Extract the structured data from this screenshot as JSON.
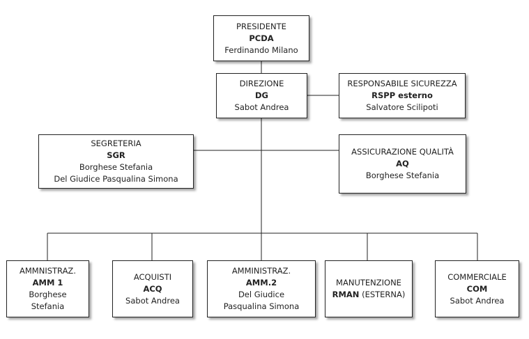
{
  "org_chart": {
    "presidente": {
      "title": "PRESIDENTE",
      "code": "PCDA",
      "names": [
        "Ferdinando Milano"
      ]
    },
    "direzione": {
      "title": "DIREZIONE",
      "code": "DG",
      "names": [
        "Sabot Andrea"
      ]
    },
    "sicurezza": {
      "title": "RESPONSABILE SICUREZZA",
      "code": "RSPP esterno",
      "names": [
        "Salvatore Scilipoti"
      ]
    },
    "segreteria": {
      "title": "SEGRETERIA",
      "code": "SGR",
      "names": [
        "Borghese Stefania",
        "Del Giudice Pasqualina Simona"
      ]
    },
    "qualita": {
      "title": "ASSICURAZIONE QUALITÀ",
      "code": "AQ",
      "names": [
        "Borghese Stefania"
      ]
    },
    "amm1": {
      "title": "AMMNISTRAZ.",
      "code": "AMM 1",
      "names": [
        "Borghese",
        "Stefania"
      ]
    },
    "acquisti": {
      "title": "ACQUISTI",
      "code": "ACQ",
      "names": [
        "Sabot Andrea"
      ]
    },
    "amm2": {
      "title": "AMMINISTRAZ.",
      "code": "AMM.2",
      "names": [
        "Del Giudice",
        "Pasqualina Simona"
      ]
    },
    "manutenzione": {
      "title": "MANUTENZIONE",
      "code": "RMAN",
      "code_suffix": " (ESTERNA)",
      "names": []
    },
    "commerciale": {
      "title": "COMMERCIALE",
      "code": "COM",
      "names": [
        "Sabot Andrea"
      ]
    }
  }
}
